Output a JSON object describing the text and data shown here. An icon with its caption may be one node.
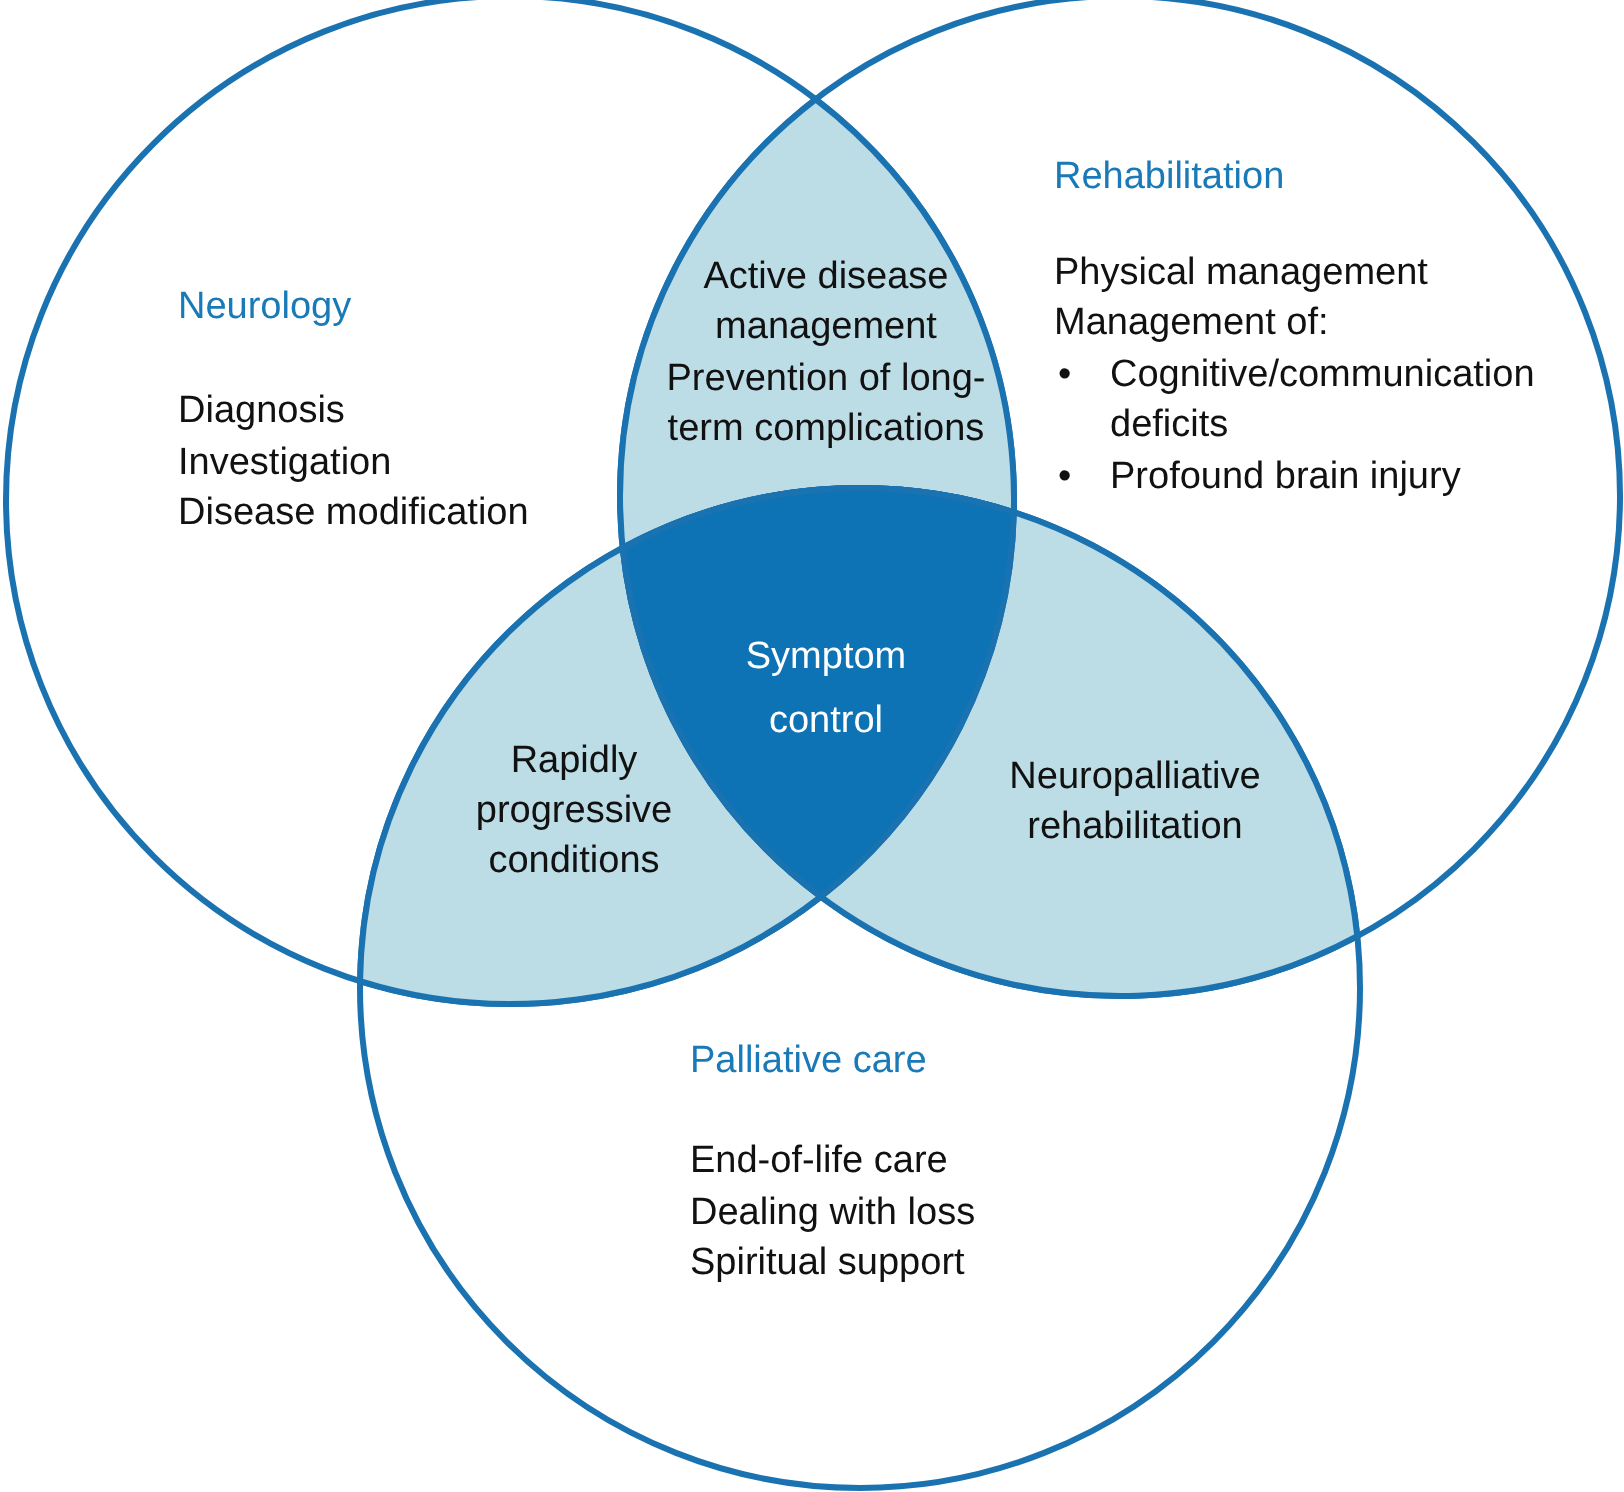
{
  "diagram": {
    "nodes": [
      {
        "text": [
          "Neurology",
          "Diagnosis",
          "Investigation",
          "Disease modification"
        ]
      },
      {
        "text": [
          "Rehabilitation",
          "Physical management",
          "Management of:",
          "•",
          "Cognitive/communication deficits",
          "•",
          "Profound brain injury"
        ]
      },
      {
        "text": [
          "Palliative care",
          "End-of-life care",
          "Dealing with loss",
          "Spiritual support"
        ]
      },
      {
        "text": [
          "Active disease management",
          "Prevention of long-term complications"
        ]
      },
      {
        "text": [
          "Rapidly progressive conditions"
        ]
      },
      {
        "text": [
          "Neuropalliative rehabilitation"
        ]
      },
      {
        "text": [
          "Symptom control"
        ]
      }
    ]
  }
}
